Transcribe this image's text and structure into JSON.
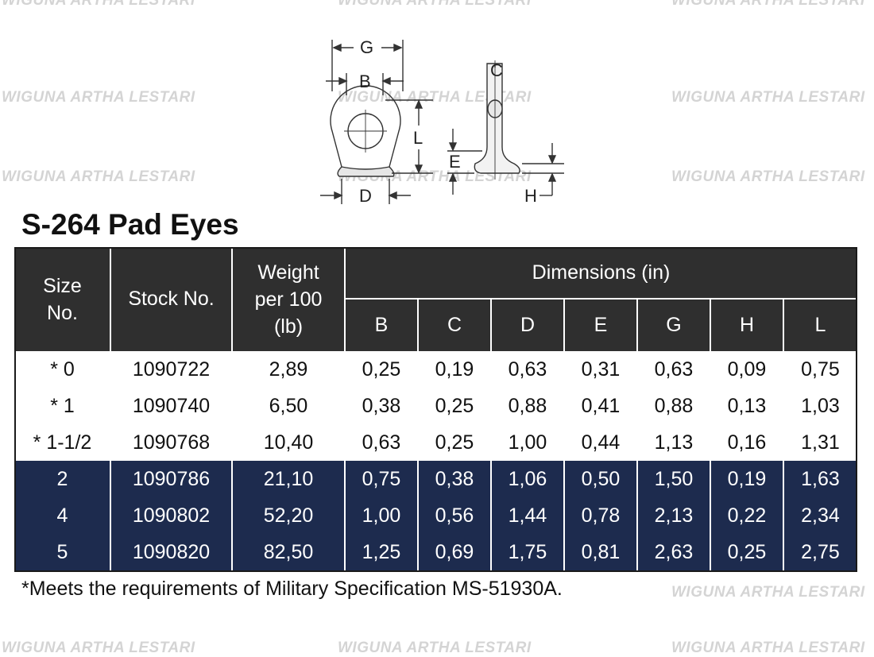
{
  "watermark_text": "WIGUNA ARTHA LESTARI",
  "diagram": {
    "labels": {
      "g": "G",
      "b": "B",
      "l": "L",
      "d": "D",
      "c": "C",
      "e": "E",
      "h": "H"
    }
  },
  "title": "S-264 Pad Eyes",
  "table": {
    "headers": {
      "size": "Size No.",
      "stock": "Stock No.",
      "weight": "Weight per 100 (lb)",
      "dimensions": "Dimensions (in)",
      "dims": [
        "B",
        "C",
        "D",
        "E",
        "G",
        "H",
        "L"
      ]
    },
    "rows": [
      {
        "size": "* 0",
        "stock": "1090722",
        "weight": "2,89",
        "dims": [
          "0,25",
          "0,19",
          "0,63",
          "0,31",
          "0,63",
          "0,09",
          "0,75"
        ]
      },
      {
        "size": "* 1",
        "stock": "1090740",
        "weight": "6,50",
        "dims": [
          "0,38",
          "0,25",
          "0,88",
          "0,41",
          "0,88",
          "0,13",
          "1,03"
        ]
      },
      {
        "size": "* 1-1/2",
        "stock": "1090768",
        "weight": "10,40",
        "dims": [
          "0,63",
          "0,25",
          "1,00",
          "0,44",
          "1,13",
          "0,16",
          "1,31"
        ]
      },
      {
        "size": "2",
        "stock": "1090786",
        "weight": "21,10",
        "dims": [
          "0,75",
          "0,38",
          "1,06",
          "0,50",
          "1,50",
          "0,19",
          "1,63"
        ]
      },
      {
        "size": "4",
        "stock": "1090802",
        "weight": "52,20",
        "dims": [
          "1,00",
          "0,56",
          "1,44",
          "0,78",
          "2,13",
          "0,22",
          "2,34"
        ]
      },
      {
        "size": "5",
        "stock": "1090820",
        "weight": "82,50",
        "dims": [
          "1,25",
          "0,69",
          "1,75",
          "0,81",
          "2,63",
          "0,25",
          "2,75"
        ]
      }
    ],
    "colors": {
      "header_bg": "#2f2f2f",
      "highlight_bg": "#1d2b4e",
      "header_text": "#ffffff"
    }
  },
  "footnote": "*Meets the requirements of Military Specification MS-51930A."
}
